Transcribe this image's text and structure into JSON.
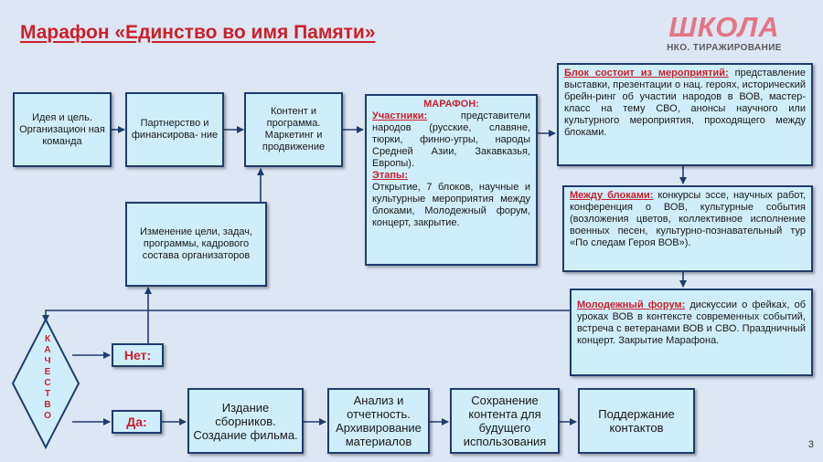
{
  "title": "Марафон «Единство во имя Памяти»",
  "logo": {
    "main": "ШКОЛА",
    "sub": "НКО. ТИРАЖИРОВАНИЕ"
  },
  "boxes": {
    "idea": "Идея и цель. Организацион ная команда",
    "partnership": "Партнерство и финансирова- ние",
    "content": "Контент и программа. Маркетинг и продвижение",
    "change": "Изменение цели, задач, программы, кадрового состава организаторов",
    "marathon": {
      "title": "МАРАФОН:",
      "participants_label": "Участники:",
      "participants_text": " представители народов (русские, славяне, тюрки, финно-угры, народы Средней Азии, Закавказья, Европы).",
      "stages_label": "Этапы:",
      "stages_text": "Открытие, 7 блоков, научные и культурные мероприятия между блоками, Молодежный форум, концерт, закрытие."
    },
    "block": {
      "label": "Блок состоит из мероприятий:",
      "text": "представление выставки, презентации о нац. героях, исторический брейн-ринг об участии народов в ВОВ, мастер-класс на тему СВО, анонсы научного или культурного мероприятия, проходящего между блоками."
    },
    "between": {
      "label": "Между блоками:",
      "text": " конкурсы эссе, научных работ, конференция о ВОВ, культурные события (возложения цветов, коллективное исполнение военных песен, культурно-познавательный тур «По следам Героя ВОВ»)."
    },
    "youth": {
      "label": "Молодежный форум:",
      "text": " дискуссии о фейках, об уроках ВОВ в контексте современных событий, встреча с ветеранами ВОВ и СВО. Праздничный концерт. Закрытие Марафона."
    },
    "no": "Нет:",
    "yes": "Да:",
    "publish": "Издание сборников. Создание фильма.",
    "analysis": "Анализ и отчетность. Архивирование материалов",
    "save": "Сохранение контента для будущего использования",
    "support": "Поддержание контактов"
  },
  "quality_letters": [
    "К",
    "А",
    "Ч",
    "Е",
    "С",
    "Т",
    "В",
    "О"
  ],
  "page_number": "3"
}
